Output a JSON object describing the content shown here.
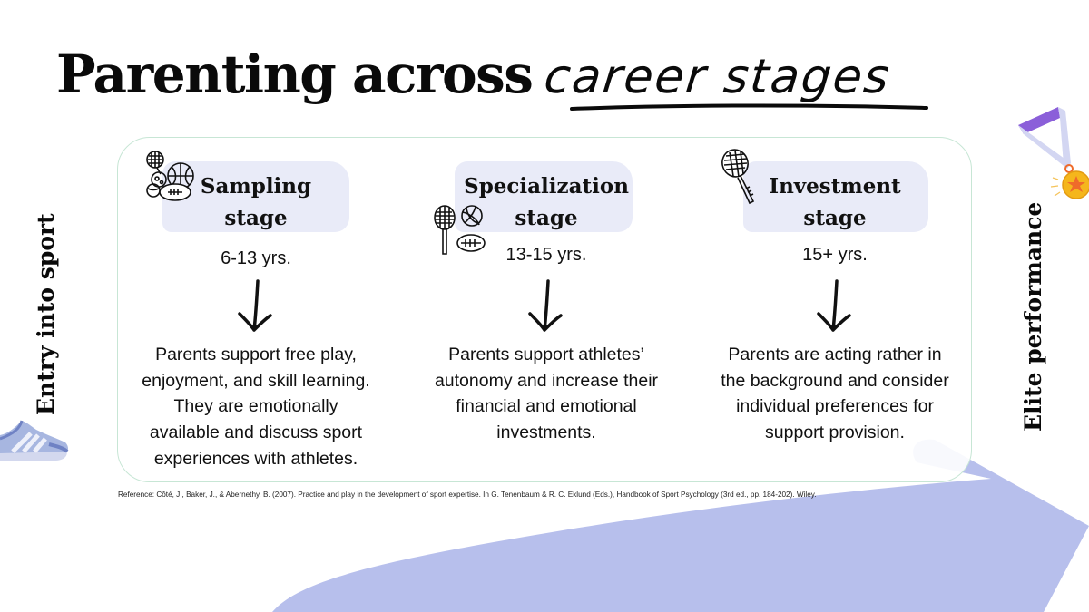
{
  "title": {
    "main": "Parenting across",
    "accent": "career stages"
  },
  "side_labels": {
    "left": "Entry into sport",
    "right": "Elite performance"
  },
  "stages": [
    {
      "title_line1": "Sampling",
      "title_line2": "stage",
      "years": "6-13 yrs.",
      "description_lines": [
        "Parents support free play,",
        "enjoyment, and skill learning.",
        "They are emotionally",
        "available and discuss sport",
        "experiences with athletes."
      ],
      "icon": "mixed-sports-balls-icon"
    },
    {
      "title_line1": "Specialization",
      "title_line2": "stage",
      "years": "13-15 yrs.",
      "description_lines": [
        "Parents support athletes’",
        "autonomy and increase their",
        "financial and emotional",
        "investments."
      ],
      "icon": "racket-basketball-football-icon"
    },
    {
      "title_line1": "Investment",
      "title_line2": "stage",
      "years": "15+ yrs.",
      "description_lines": [
        "Parents are acting rather in",
        "the background and consider",
        "individual preferences for",
        "support provision."
      ],
      "icon": "tennis-racket-icon"
    }
  ],
  "reference": "Reference: Côté, J., Baker, J., & Abernethy, B. (2007). Practice and play in the development of sport expertise. In G. Tenenbaum & R. C. Eklund (Eds.), Handbook of Sport Psychology (3rd ed., pp. 184-202). Wiley.",
  "colors": {
    "highlight": "#e9ebf8",
    "arrow": "#b7bfec",
    "panel_border": "#c7e6d5",
    "ribbon_purple": "#8b5fd9",
    "ribbon_light": "#d3d6f2",
    "medal_gold": "#f5b61c",
    "medal_star": "#ef6b2a",
    "shoe_blue": "#a7b6e0"
  }
}
